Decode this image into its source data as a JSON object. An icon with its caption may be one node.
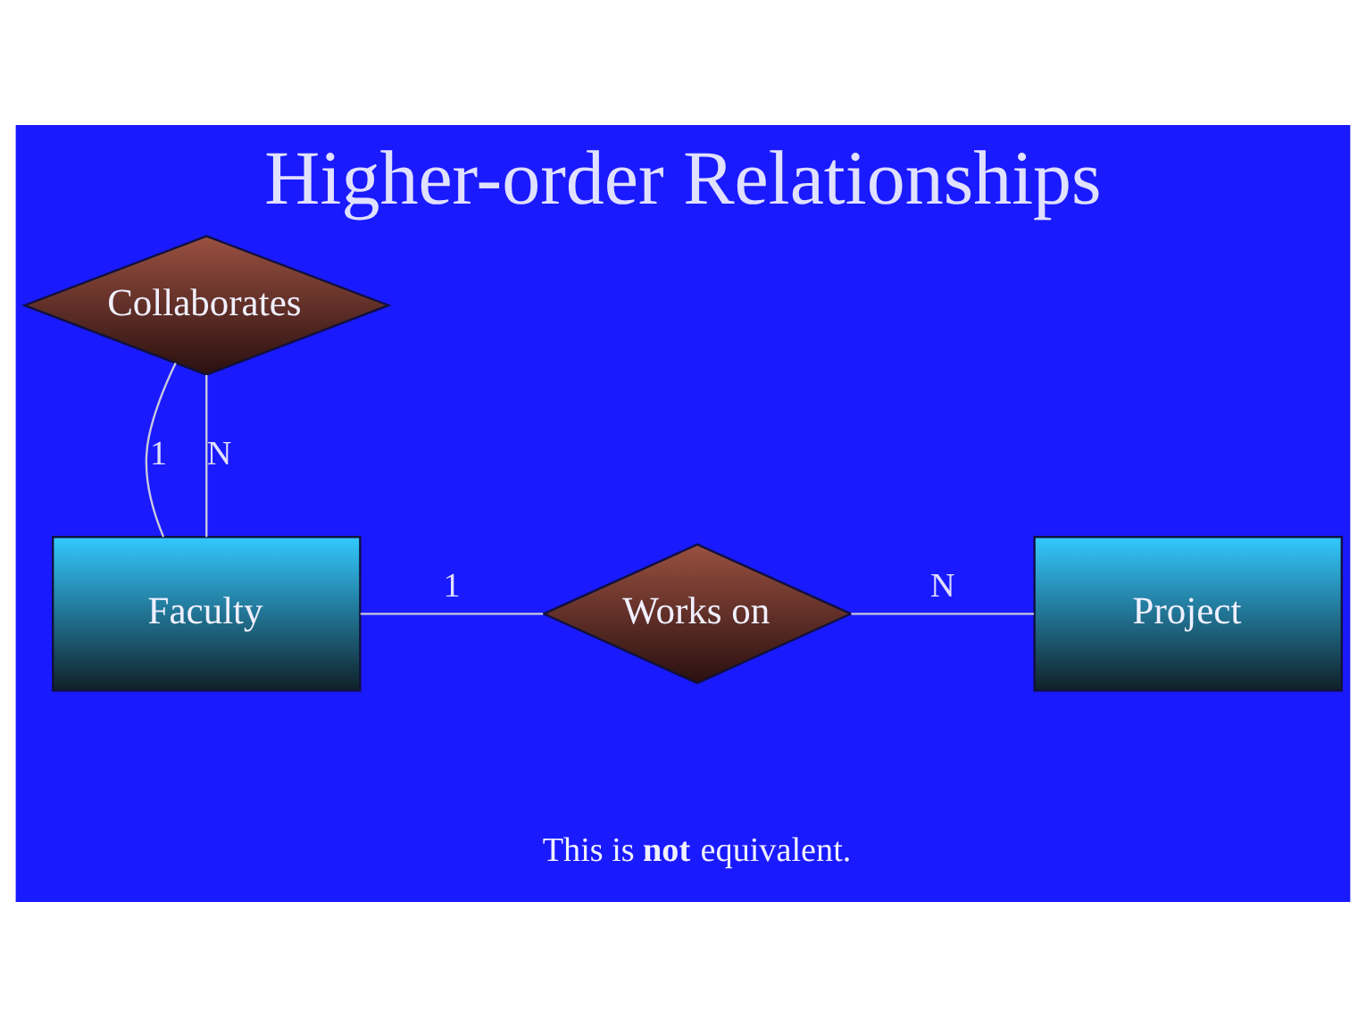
{
  "diagram": {
    "title": "Higher-order Relationships",
    "nodes": [
      {
        "text": [
          "Collaborates"
        ]
      },
      {
        "text": [
          "Faculty"
        ]
      },
      {
        "text": [
          "Works on"
        ]
      },
      {
        "text": [
          "Project"
        ]
      }
    ],
    "edges": [
      {
        "from": 0,
        "to": 1,
        "arrow": "none",
        "label": "1"
      },
      {
        "from": 0,
        "to": 1,
        "arrow": "none",
        "label": "N"
      },
      {
        "from": 1,
        "to": 2,
        "arrow": "none",
        "label": "1"
      },
      {
        "from": 2,
        "to": 3,
        "arrow": "none",
        "label": "N"
      }
    ],
    "labels": [
      "This is **not** equivalent."
    ]
  }
}
